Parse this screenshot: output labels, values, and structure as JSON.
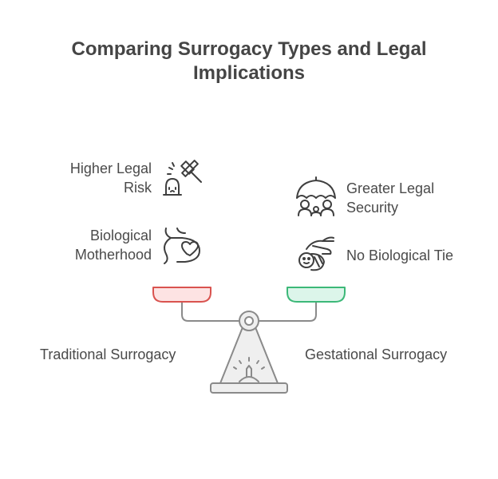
{
  "title": "Comparing Surrogacy Types and Legal Implications",
  "left_side": {
    "name": "Traditional Surrogacy",
    "items": [
      {
        "line1": "Higher Legal",
        "line2": "Risk",
        "icon": "gavel-grave-icon"
      },
      {
        "line1": "Biological",
        "line2": "Motherhood",
        "icon": "pregnant-heart-icon"
      }
    ],
    "pan_color": "#fde3e3",
    "pan_stroke": "#d9534f"
  },
  "right_side": {
    "name": "Gestational Surrogacy",
    "items": [
      {
        "line1": "Greater Legal",
        "line2": "Security",
        "icon": "umbrella-family-icon"
      },
      {
        "line1": "No Biological Tie",
        "line2": "",
        "icon": "hand-baby-icon"
      }
    ],
    "pan_color": "#dcf5ea",
    "pan_stroke": "#3cb878"
  },
  "colors": {
    "scale_stroke": "#8a8a8a",
    "scale_fill": "#efefef",
    "icon_stroke": "#3f3f3f"
  }
}
